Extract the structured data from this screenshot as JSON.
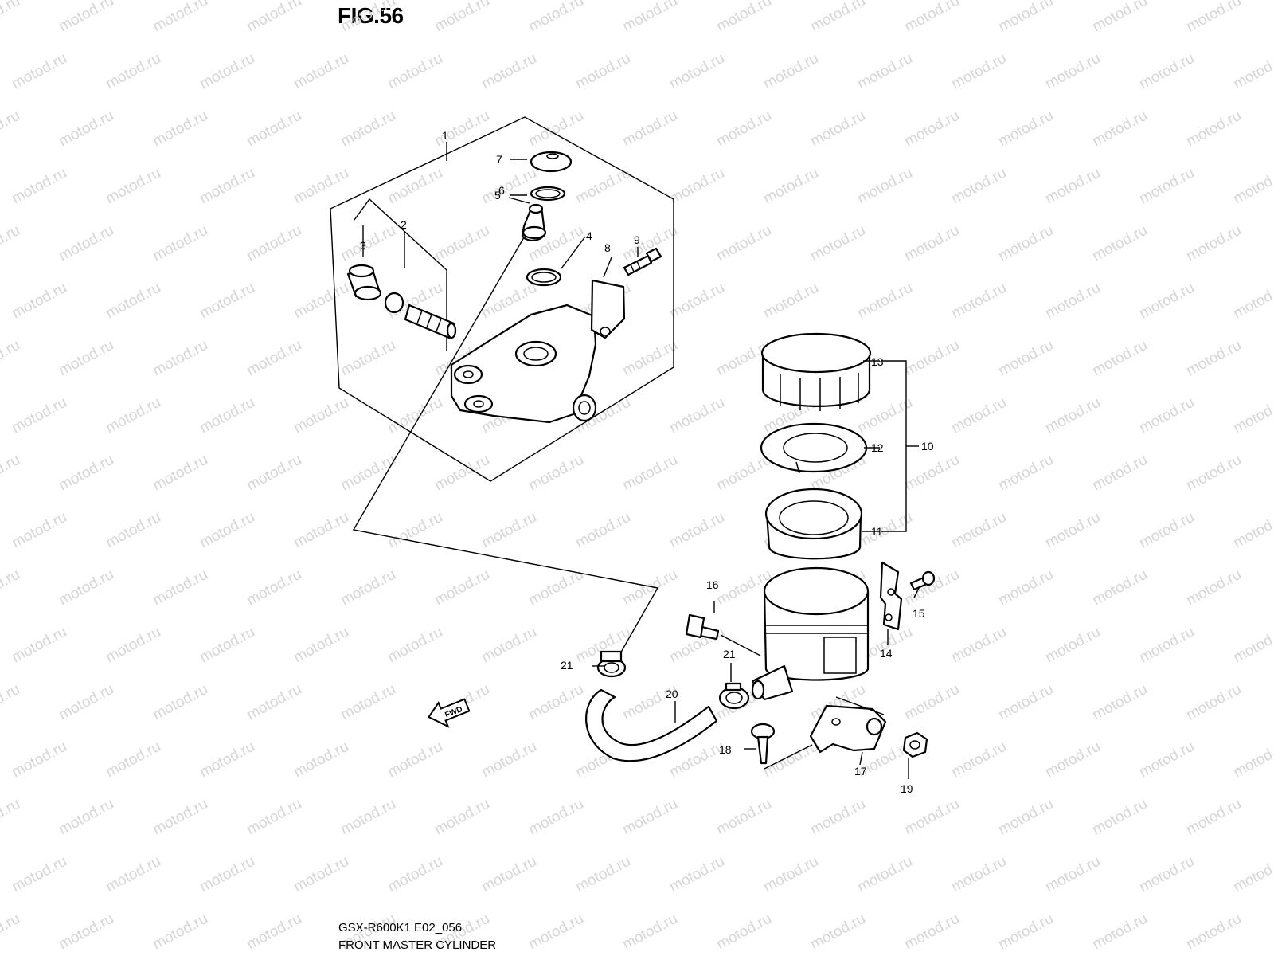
{
  "figure": {
    "title": "FIG.56",
    "model_code": "GSX-R600K1 E02_056",
    "name": "FRONT MASTER CYLINDER"
  },
  "watermark": {
    "text": "motod.ru",
    "color": "#d6d6d6"
  },
  "direction_indicator": {
    "label": "FWD"
  },
  "callouts": {
    "p1": "1",
    "p2": "2",
    "p3": "3",
    "p4": "4",
    "p5": "5",
    "p6": "6",
    "p7": "7",
    "p8": "8",
    "p9": "9",
    "p10": "10",
    "p11": "11",
    "p12": "12",
    "p13": "13",
    "p14": "14",
    "p15": "15",
    "p16": "16",
    "p17": "17",
    "p18": "18",
    "p19": "19",
    "p20": "20",
    "p21a": "21",
    "p21b": "21"
  }
}
